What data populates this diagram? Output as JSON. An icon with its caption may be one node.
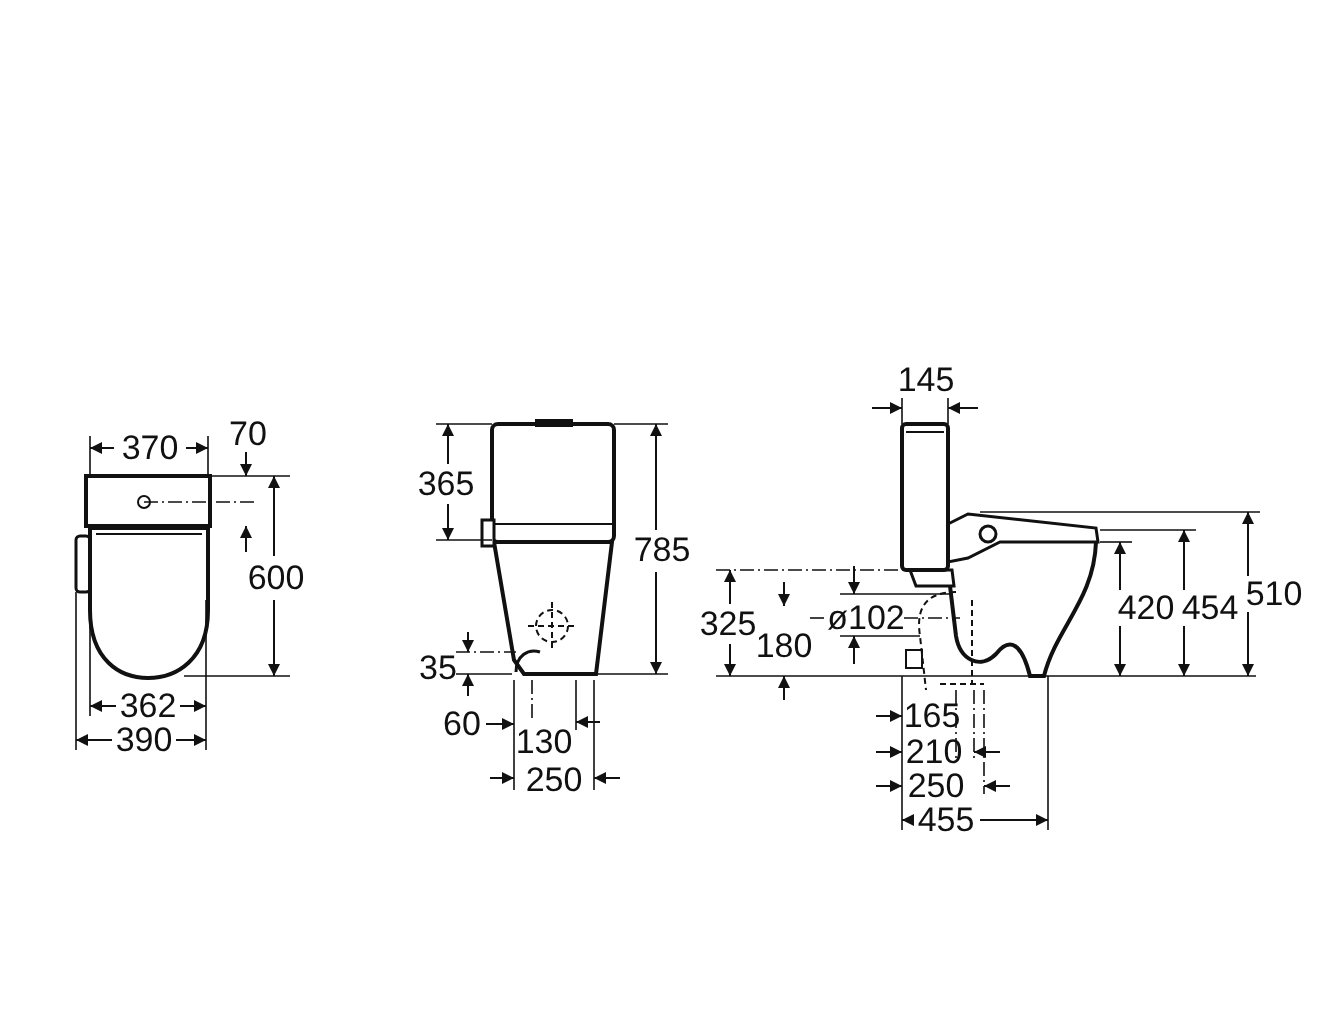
{
  "diagram": {
    "labels": [
      "370",
      "70",
      "600",
      "362",
      "390",
      "365",
      "785",
      "35",
      "60",
      "130",
      "250",
      "145",
      "325",
      "ø102",
      "180",
      "420",
      "454",
      "510",
      "165",
      "210",
      "250",
      "455"
    ]
  }
}
